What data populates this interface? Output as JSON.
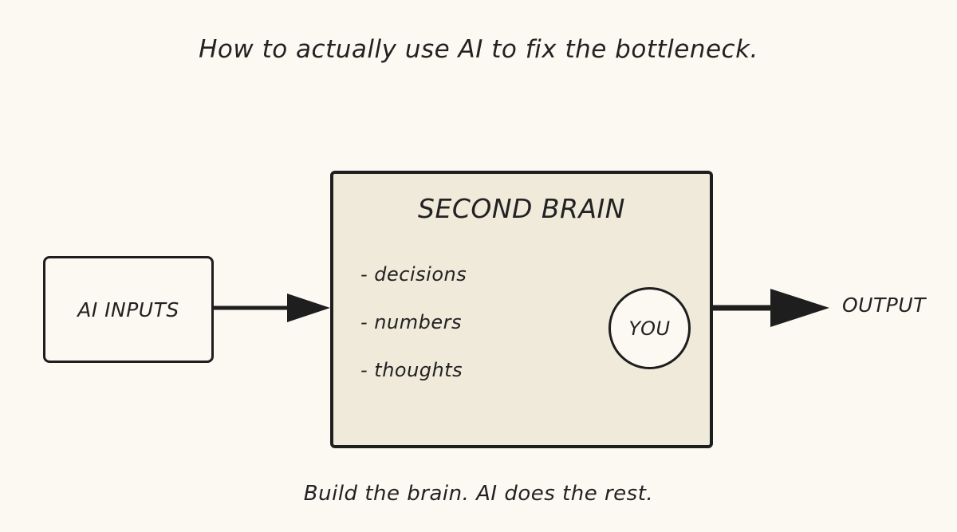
{
  "title": "How to actually use AI to fix the bottleneck.",
  "footer": "Build the brain. AI does the rest.",
  "nodes": {
    "inputs": {
      "label": "AI INPUTS"
    },
    "brain": {
      "title": "SECOND BRAIN",
      "items": [
        "- decisions",
        "- numbers",
        "- thoughts"
      ],
      "you_label": "YOU"
    },
    "output": {
      "label": "OUTPUT"
    }
  },
  "colors": {
    "background": "#fcf9f2",
    "brain_fill": "#f0eadb",
    "stroke": "#1e1e1e"
  }
}
